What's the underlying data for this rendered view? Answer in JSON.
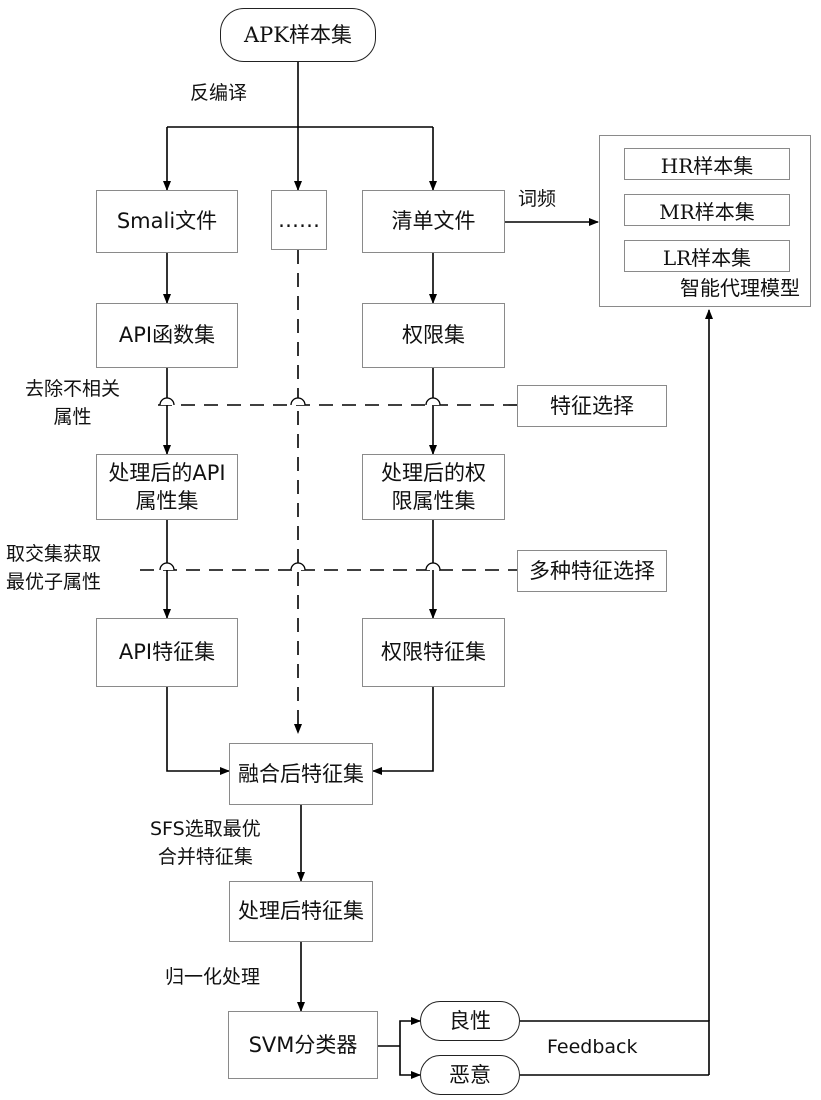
{
  "nodes": {
    "apk": "APK样本集",
    "smali": "Smali文件",
    "dots": "……",
    "manifest": "清单文件",
    "api_funcs": "API函数集",
    "permissions": "权限集",
    "api_processed_1": "处理后的API",
    "api_processed_2": "属性集",
    "perm_processed_1": "处理后的权",
    "perm_processed_2": "限属性集",
    "api_features": "API特征集",
    "perm_features": "权限特征集",
    "fused": "融合后特征集",
    "processed": "处理后特征集",
    "svm": "SVM分类器",
    "benign": "良性",
    "malicious": "恶意",
    "feature_selection": "特征选择",
    "multi_feature_selection": "多种特征选择"
  },
  "agent_model": {
    "title": "智能代理模型",
    "sets": [
      "HR样本集",
      "MR样本集",
      "LR样本集"
    ]
  },
  "labels": {
    "decompile": "反编译",
    "word_freq": "词频",
    "remove_attr_1": "去除不相关",
    "remove_attr_2": "属性",
    "intersect_1": "取交集获取",
    "intersect_2": "最优子属性",
    "sfs_1": "SFS选取最优",
    "sfs_2": "合并特征集",
    "normalize": "归一化处理",
    "feedback": "Feedback"
  }
}
